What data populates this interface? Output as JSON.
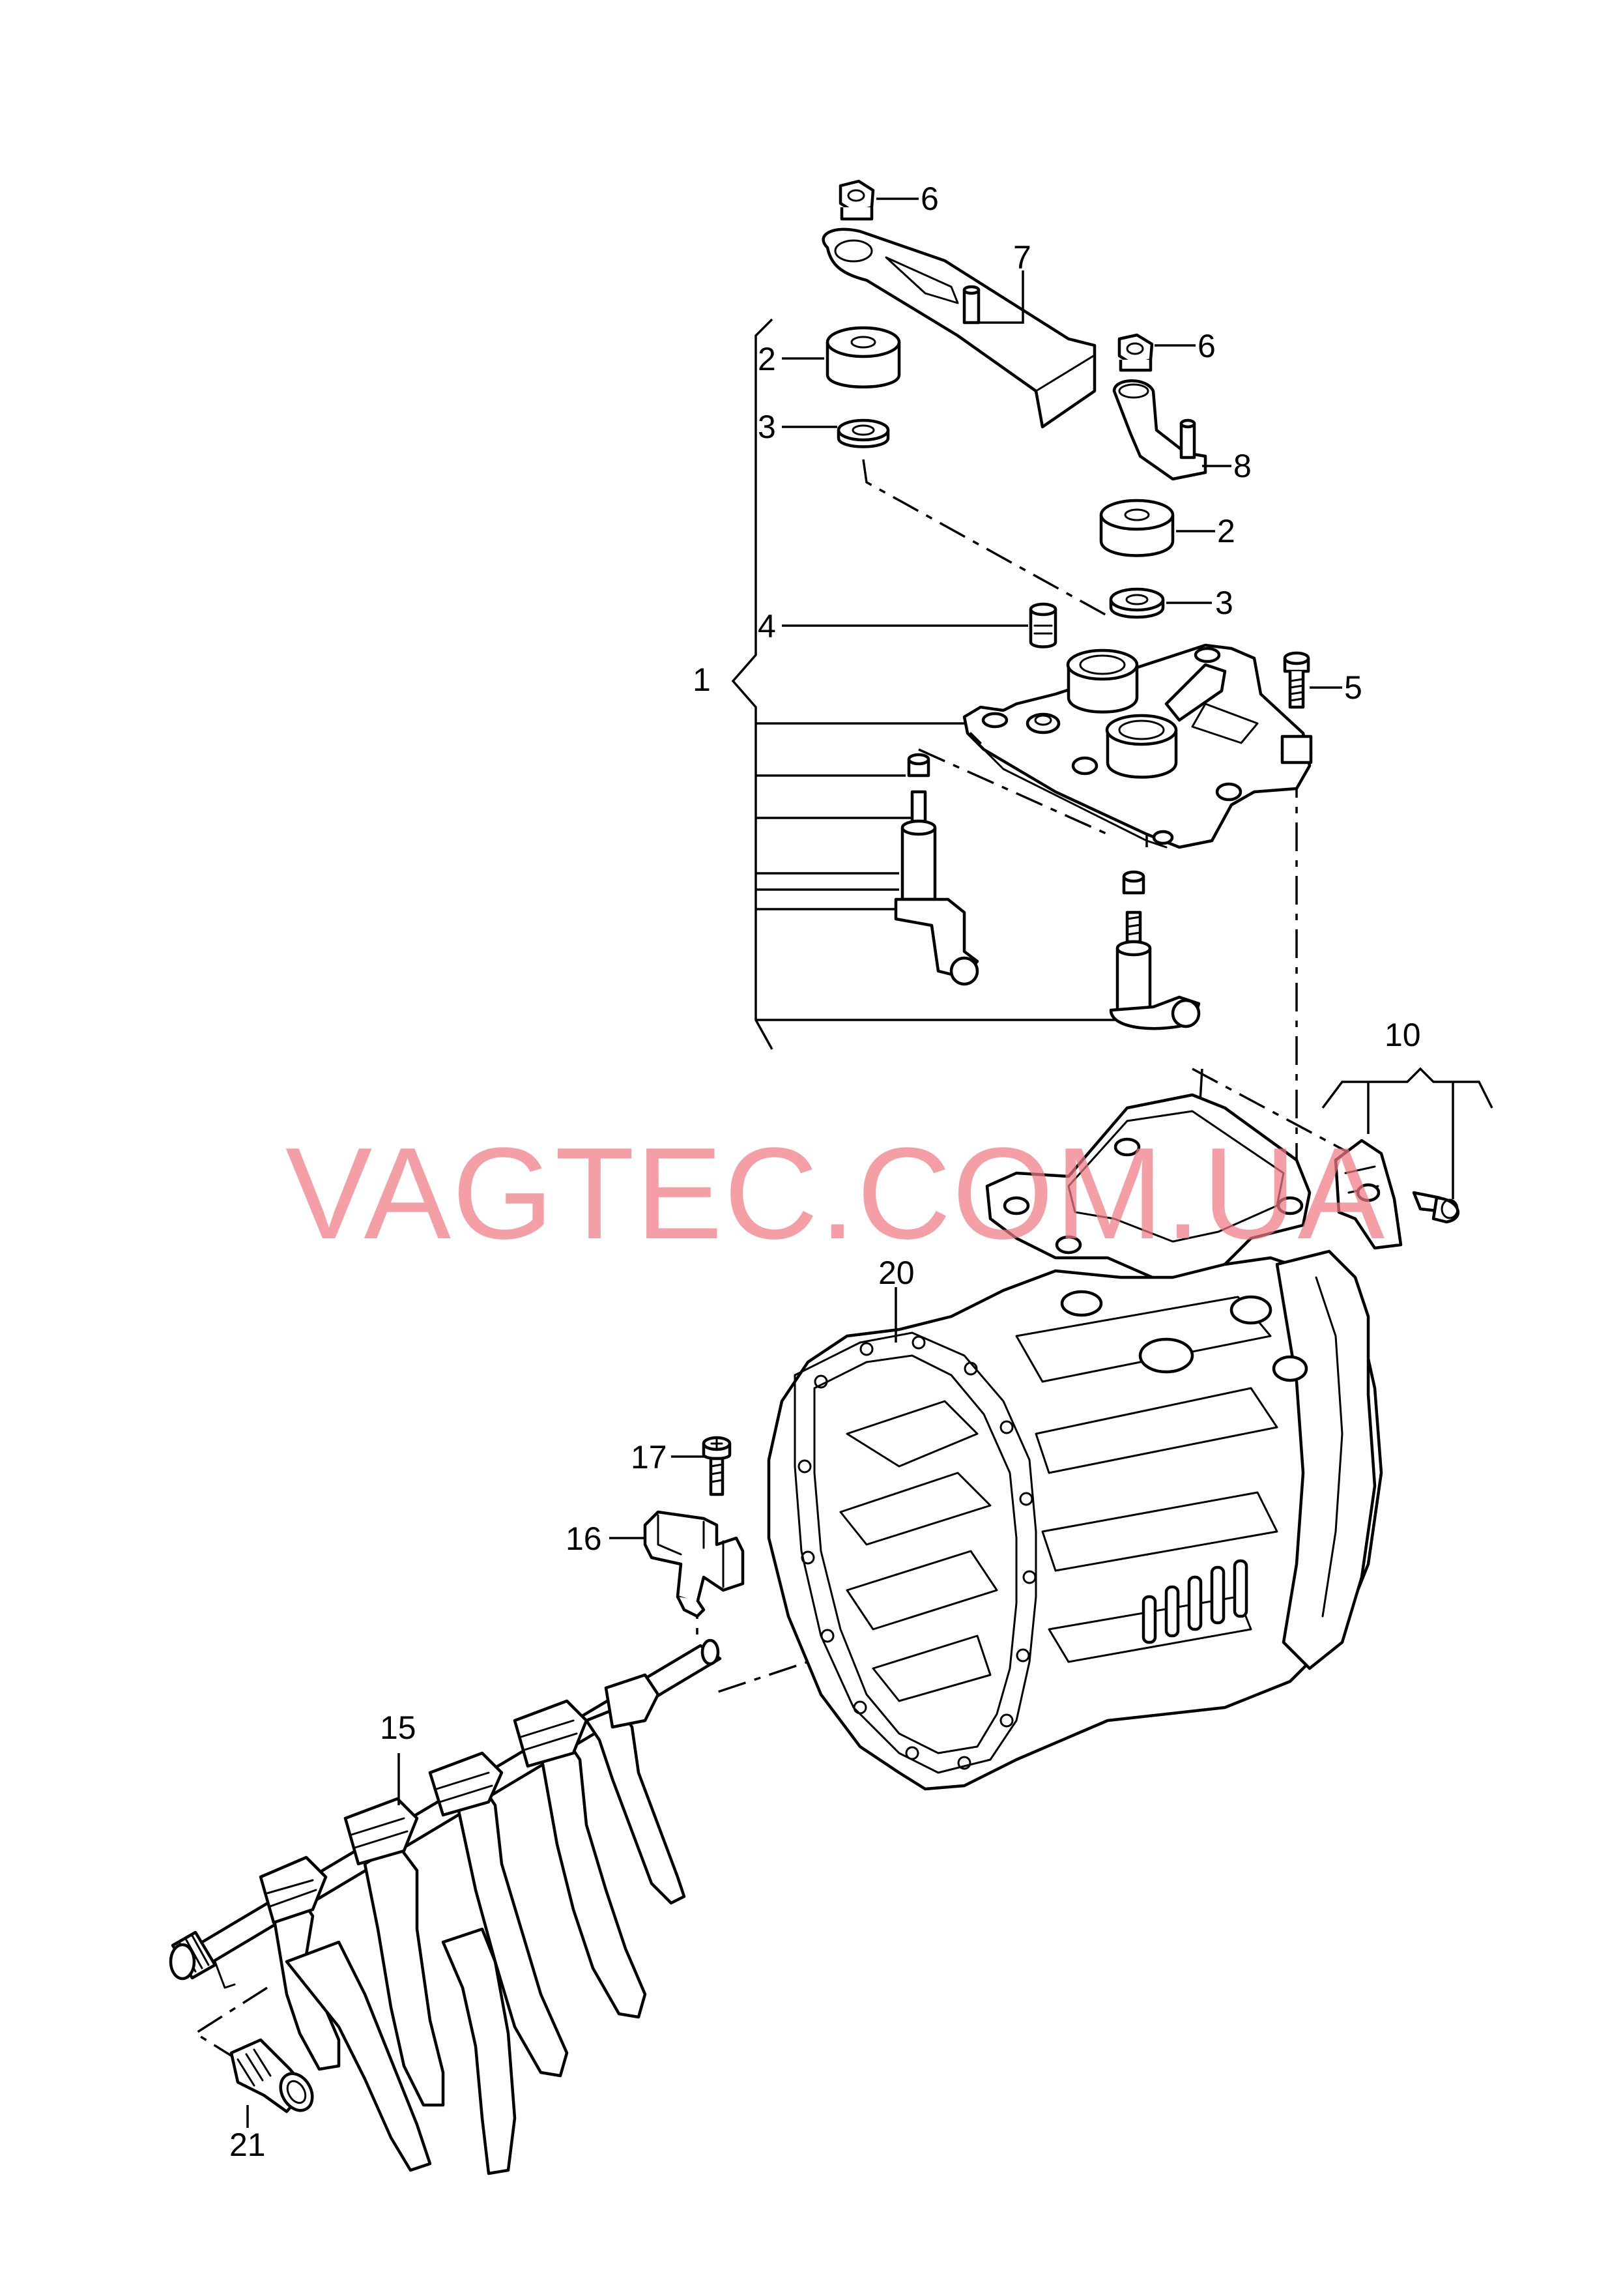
{
  "watermark": "VAGTEC.COM.UA",
  "callouts": [
    "1",
    "2",
    "3",
    "2",
    "3",
    "4",
    "5",
    "6",
    "6",
    "7",
    "8",
    "10",
    "15",
    "16",
    "17",
    "20",
    "21"
  ],
  "colors": {
    "line": "#000000",
    "background": "#ffffff",
    "watermark": "#f07a82"
  }
}
